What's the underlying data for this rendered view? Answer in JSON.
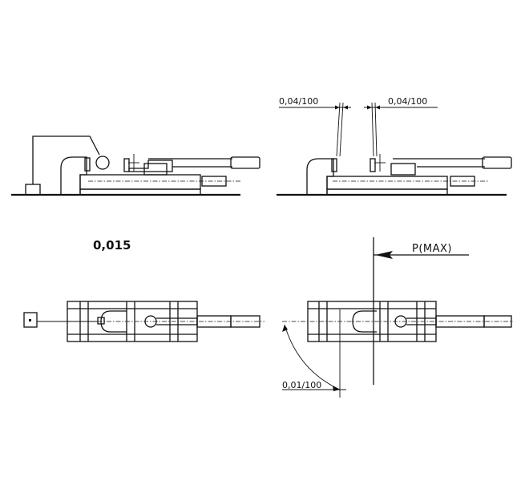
{
  "labels": {
    "tol_left": "0,04/100",
    "tol_right": "0,04/100",
    "repeatability": "0,015",
    "force": "P(MAX)",
    "parallelism": "0,01/100"
  }
}
